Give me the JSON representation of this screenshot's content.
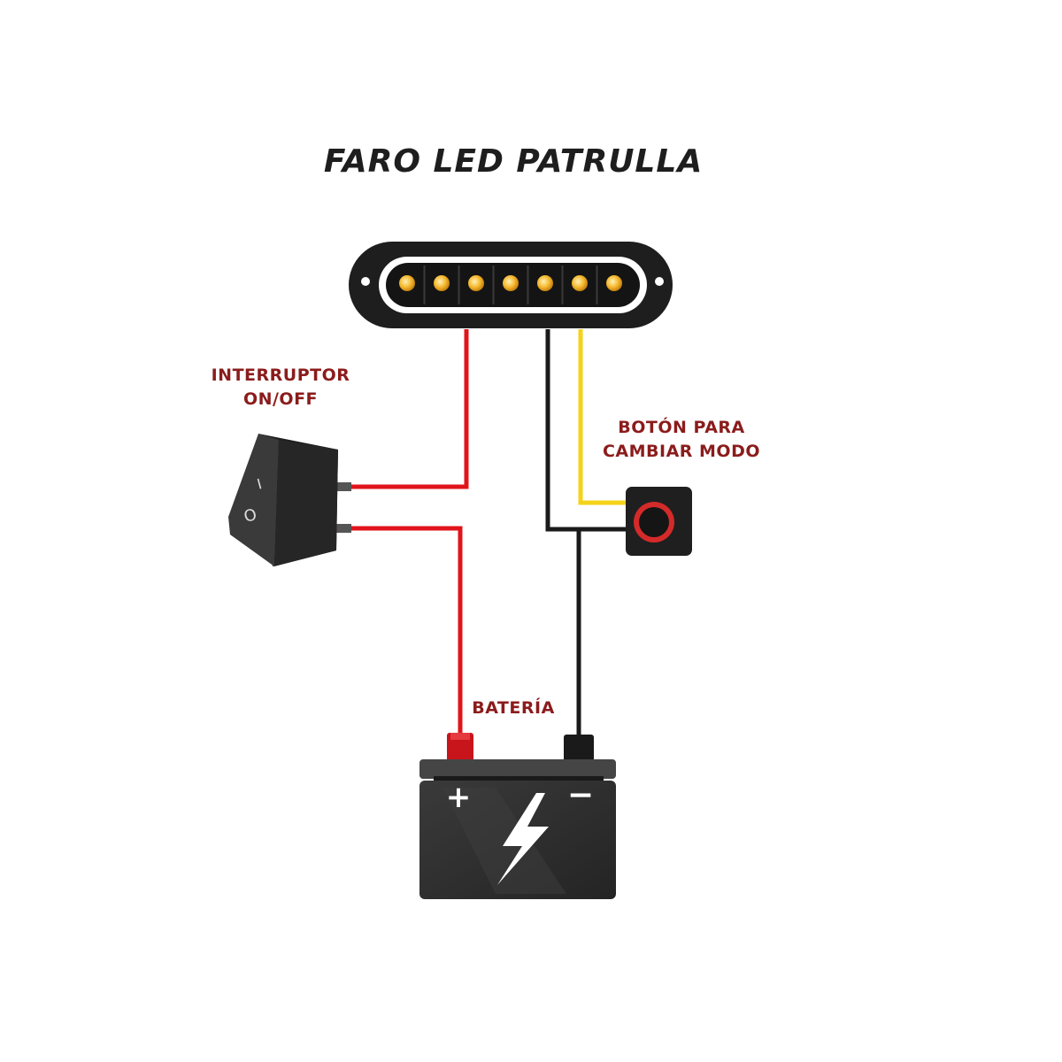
{
  "title": "FARO LED PATRULLA",
  "labels": {
    "switch_line1": "INTERRUPTOR",
    "switch_line2": "ON/OFF",
    "button_line1": "BOTÓN PARA",
    "button_line2": "CAMBIAR MODO",
    "battery": "BATERÍA"
  },
  "battery": {
    "positive_symbol": "+",
    "negative_symbol": "−"
  },
  "switch": {
    "on_symbol": "I",
    "off_symbol": "O"
  },
  "light_bar": {
    "led_count": 7
  },
  "colors": {
    "label_text": "#8b1c1c",
    "title_text": "#1e1e1e",
    "wire_positive": "#e0141b",
    "wire_negative": "#1a1a1a",
    "wire_mode": "#f4d21a",
    "led": "#f5b82e",
    "battery_body": "#2e2e2e",
    "button_ring": "#d42a2a"
  },
  "icons": [
    "led-light-bar-icon",
    "rocker-switch-icon",
    "push-button-icon",
    "battery-icon",
    "lightning-bolt-icon"
  ]
}
